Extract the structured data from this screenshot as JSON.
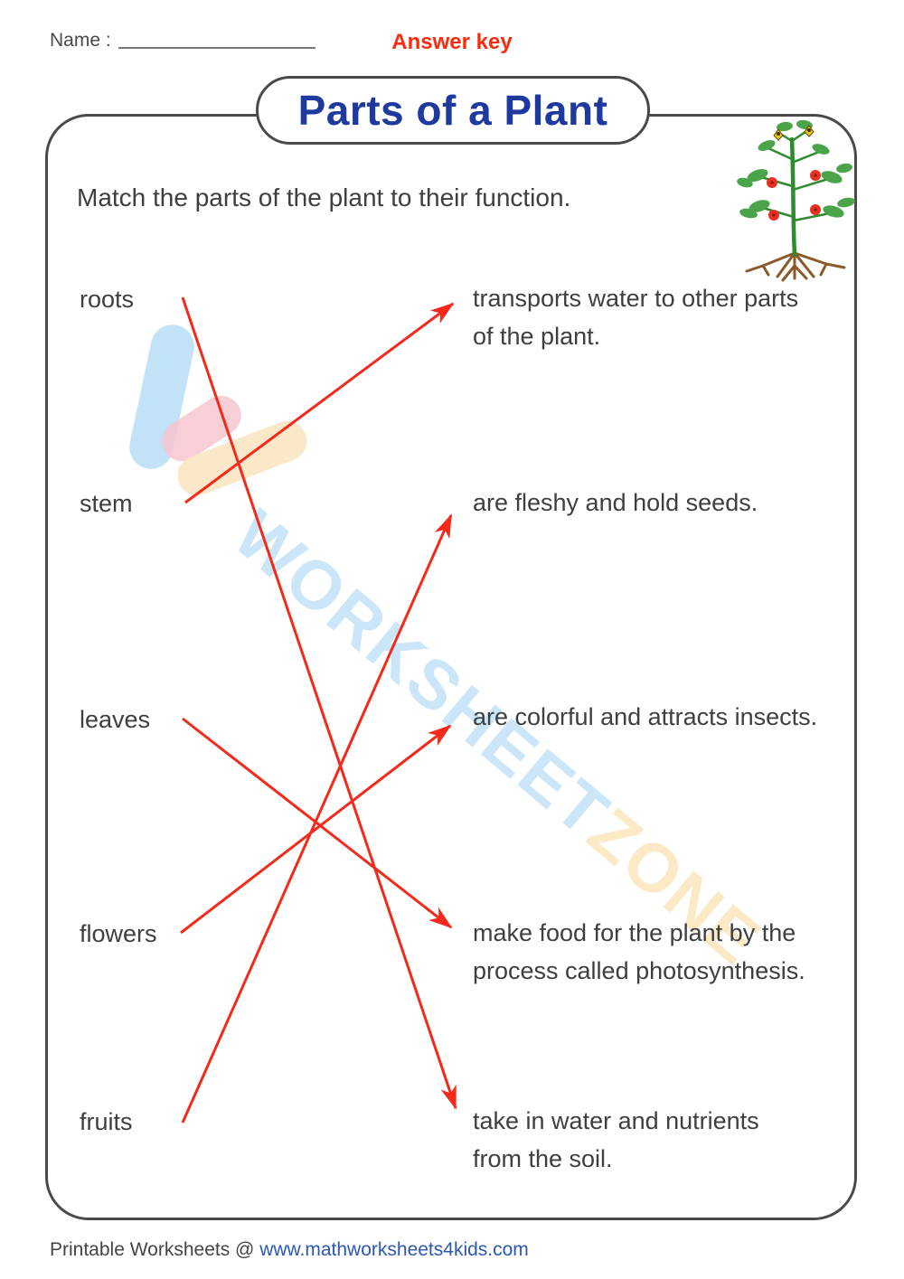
{
  "header": {
    "name_label": "Name :",
    "answer_key": "Answer key"
  },
  "title": "Parts of a Plant",
  "instruction": "Match the parts of the plant to their function.",
  "left_items": [
    {
      "label": "roots"
    },
    {
      "label": "stem"
    },
    {
      "label": "leaves"
    },
    {
      "label": "flowers"
    },
    {
      "label": "fruits"
    }
  ],
  "right_items": [
    {
      "lines": [
        "transports water to other parts",
        "of the plant."
      ]
    },
    {
      "lines": [
        "are fleshy and hold seeds."
      ]
    },
    {
      "lines": [
        "are colorful and attracts insects."
      ]
    },
    {
      "lines": [
        "make food for the plant by the",
        "process called photosynthesis."
      ]
    },
    {
      "lines": [
        "take in water and nutrients",
        "from the soil."
      ]
    }
  ],
  "answers": [
    {
      "part": "roots",
      "function": "take in water and nutrients from the soil."
    },
    {
      "part": "stem",
      "function": "transports water to other parts of the plant."
    },
    {
      "part": "leaves",
      "function": "make food for the plant by the process called photosynthesis."
    },
    {
      "part": "flowers",
      "function": "are colorful and attracts insects."
    },
    {
      "part": "fruits",
      "function": "are fleshy and hold seeds."
    }
  ],
  "watermark": {
    "blue": "WORKSHEET",
    "orange": "ZONE"
  },
  "footer": {
    "prefix": "Printable Worksheets @ ",
    "link": "www.mathworksheets4kids.com"
  },
  "colors": {
    "title_blue": "#1e3a9e",
    "answer_key_red": "#fb2c0d",
    "arrow_red": "#f5291a",
    "text_gray": "#3c4043",
    "link_blue": "#2b57b5",
    "watermark_blue": "#bfe0f7",
    "watermark_orange": "#fce4b8"
  }
}
